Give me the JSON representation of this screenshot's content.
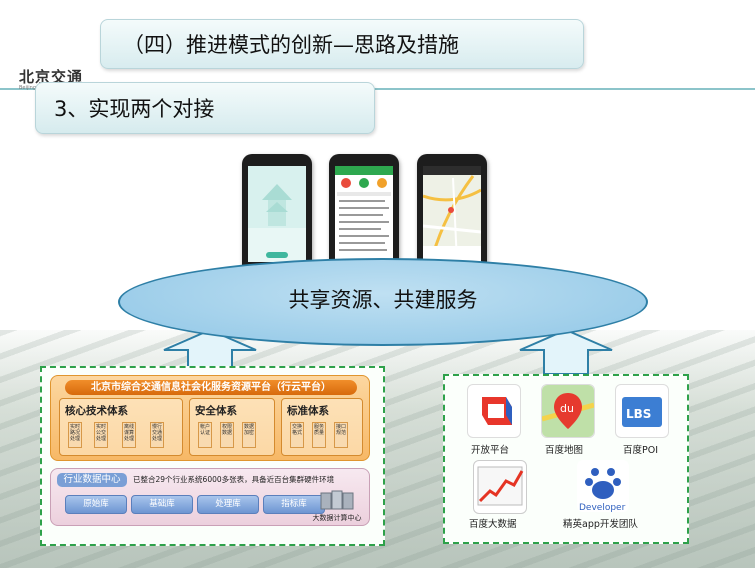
{
  "header": {
    "title": "（四）推进模式的创新—思路及措施",
    "logo": "北京交通",
    "logo_sub": "Beijing Transportation",
    "subtitle": "3、实现两个对接"
  },
  "shared_label": "共享资源、共建服务",
  "platform": {
    "title": "北京市综合交通信息社会化服务资源平台（行云平台）",
    "groups": [
      {
        "name": "核心技术体系",
        "chips": [
          "实时路况处理",
          "实时公交处理",
          "离线谋算处理",
          "慢行交通处理"
        ]
      },
      {
        "name": "安全体系",
        "chips": [
          "帐户认证",
          "权限数据",
          "数据加密"
        ]
      },
      {
        "name": "标准体系",
        "chips": [
          "交换格式",
          "服务质量",
          "接口规范"
        ]
      }
    ],
    "data_center": {
      "tag": "行业数据中心",
      "note": "已整合29个行业系统6000多张表，具备近百台集群硬件环境",
      "dbs": [
        "原始库",
        "基础库",
        "处理库",
        "指标库"
      ],
      "bigdata_label": "大数据计算中心"
    }
  },
  "partners": [
    {
      "label": "开放平台",
      "icon": "open-platform-icon"
    },
    {
      "label": "百度地图",
      "icon": "baidu-map-icon"
    },
    {
      "label": "百度POI",
      "icon": "baidu-poi-icon"
    },
    {
      "label": "百度大数据",
      "icon": "baidu-bigdata-icon"
    },
    {
      "label": "精英app开发团队",
      "icon": "developer-icon"
    }
  ],
  "icon_text": {
    "du": "du",
    "lbs": "LBS",
    "developer": "Developer"
  },
  "colors": {
    "title_bg": "#d8ecef",
    "ellipse": "#9fd0ec",
    "arrow": "#dff2f8",
    "dashed_border": "#2ea14a",
    "platform_orange": "#f7b866",
    "data_center_pink": "#ecd0dd"
  }
}
